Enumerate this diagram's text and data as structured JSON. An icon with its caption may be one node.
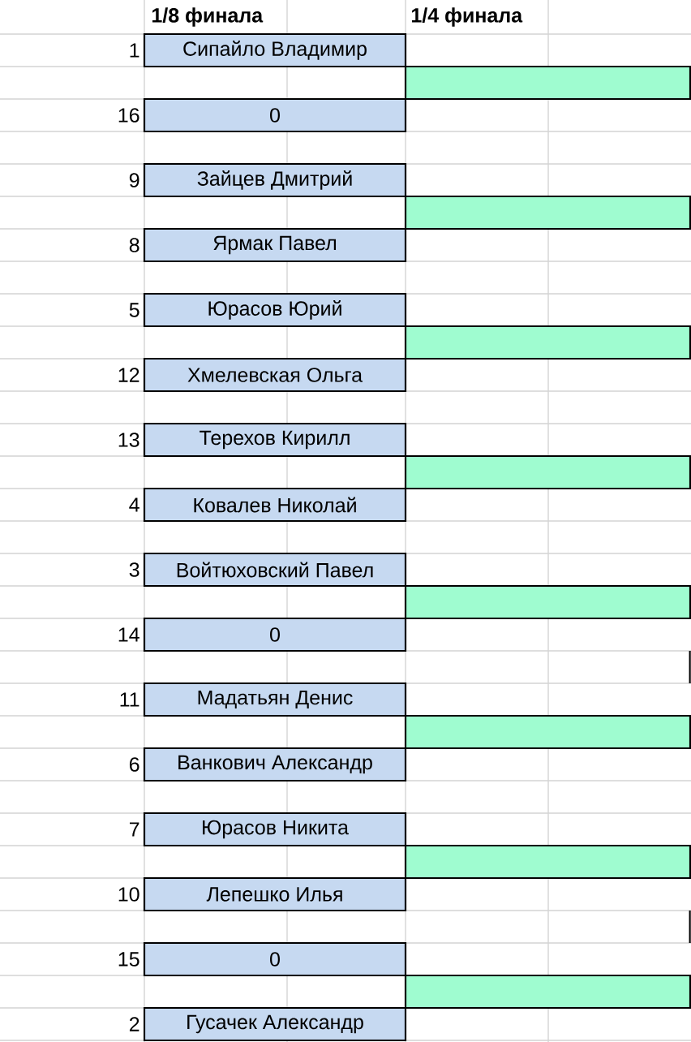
{
  "diagram": {
    "nodes": [
      {
        "text": [
          "Сипайло Владимир"
        ],
        "beside": [
          "1"
        ]
      },
      {
        "text": [],
        "shape": "box"
      },
      {
        "text": [
          "0"
        ],
        "beside": [
          "16"
        ]
      },
      {
        "text": [
          "Зайцев Дмитрий"
        ],
        "beside": [
          "9"
        ]
      },
      {
        "text": [],
        "shape": "box"
      },
      {
        "text": [
          "Ярмак Павел"
        ],
        "beside": [
          "8"
        ]
      },
      {
        "text": [
          "Юрасов Юрий"
        ],
        "beside": [
          "5"
        ]
      },
      {
        "text": [],
        "shape": "box"
      },
      {
        "text": [
          "Хмелевская Ольга"
        ],
        "beside": [
          "12"
        ]
      },
      {
        "text": [
          "Терехов Кирилл"
        ],
        "beside": [
          "13"
        ]
      },
      {
        "text": [],
        "shape": "box"
      },
      {
        "text": [
          "Ковалев Николай"
        ],
        "beside": [
          "4"
        ]
      },
      {
        "text": [
          "Войтюховский Павел"
        ],
        "beside": [
          "3"
        ]
      },
      {
        "text": [],
        "shape": "box"
      },
      {
        "text": [
          "0"
        ],
        "beside": [
          "14"
        ]
      },
      {
        "text": [
          "Мадатьян Денис"
        ],
        "beside": [
          "11"
        ]
      },
      {
        "text": [],
        "shape": "box"
      },
      {
        "text": [
          "Ванкович Александр"
        ],
        "beside": [
          "6"
        ]
      },
      {
        "text": [
          "Юрасов Никита"
        ],
        "beside": [
          "7"
        ]
      },
      {
        "text": [],
        "shape": "box"
      },
      {
        "text": [
          "Лепешко Илья"
        ],
        "beside": [
          "10"
        ]
      },
      {
        "text": [
          "0"
        ],
        "beside": [
          "15"
        ]
      },
      {
        "text": [],
        "shape": "box"
      },
      {
        "text": [
          "Гусачек Александр"
        ],
        "beside": [
          "2"
        ]
      }
    ],
    "labels": [
      "1/8 финала",
      "1/4 финала"
    ]
  }
}
